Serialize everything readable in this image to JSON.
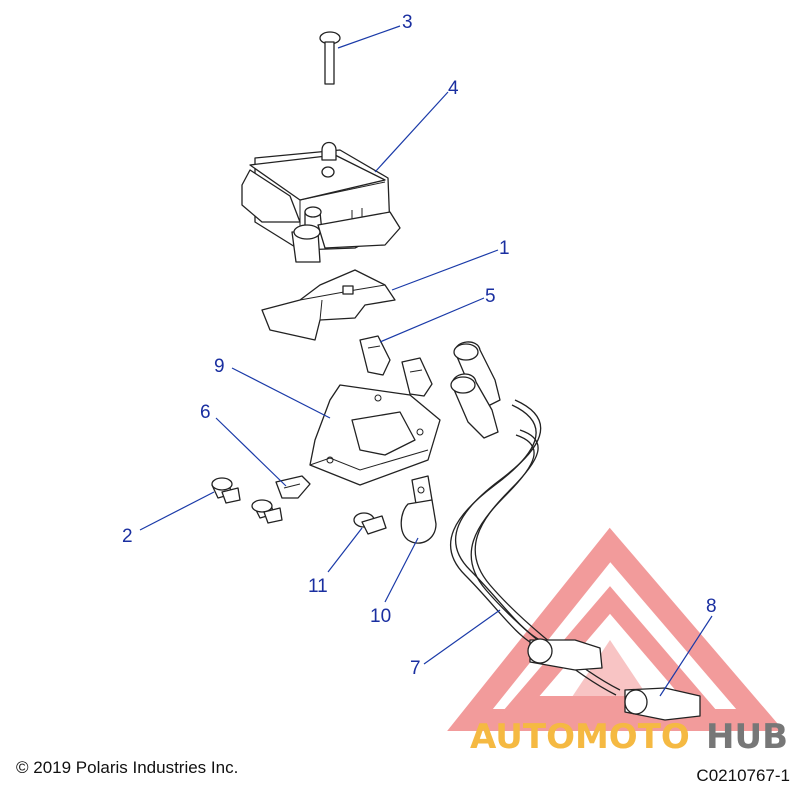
{
  "callouts": {
    "c1": "1",
    "c2": "2",
    "c3": "3",
    "c4": "4",
    "c5": "5",
    "c6": "6",
    "c7": "7",
    "c8": "8",
    "c9": "9",
    "c10": "10",
    "c11": "11",
    "c6b": ""
  },
  "footer": {
    "copyright": "© 2019 Polaris Industries Inc.",
    "drawing_id": "C0210767-1"
  },
  "watermark": {
    "word_part1": "AUTOMOTO",
    "word_part2": "HUB",
    "color_primary": "#f08a8a",
    "color_accent": "#f5b942",
    "color_dark": "#777777"
  },
  "colors": {
    "callout": "#1a2fa0",
    "leader": "#1a3aa8"
  }
}
